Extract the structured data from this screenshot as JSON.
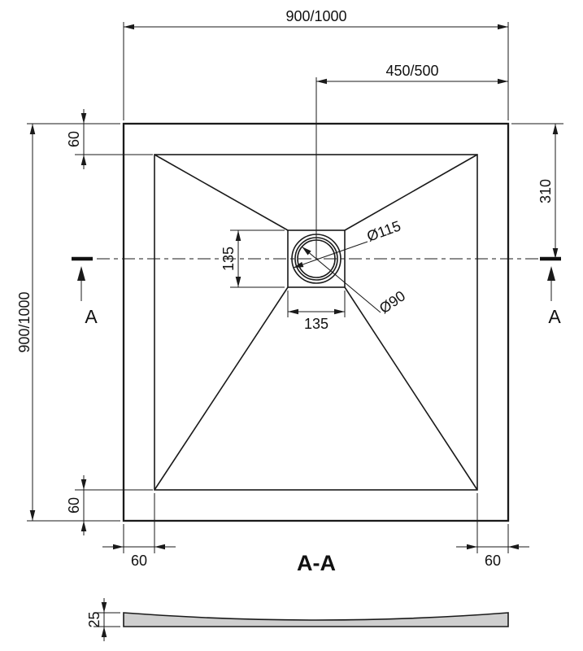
{
  "drawing": {
    "dims": {
      "top_width": "900/1000",
      "half_width": "450/500",
      "left_height": "900/1000",
      "top_edge": "60",
      "right_offset": "310",
      "drain_height": "135",
      "drain_width": "135",
      "outer_dia": "Ø115",
      "inner_dia": "Ø90",
      "bottom_edge": "60",
      "bottom_left": "60",
      "bottom_right": "60",
      "thickness": "25"
    },
    "section": {
      "mark_left": "A",
      "mark_right": "A",
      "title": "A-A"
    },
    "colors": {
      "ink": "#1a1a1a",
      "slab_fill": "#cfcfcf"
    }
  }
}
